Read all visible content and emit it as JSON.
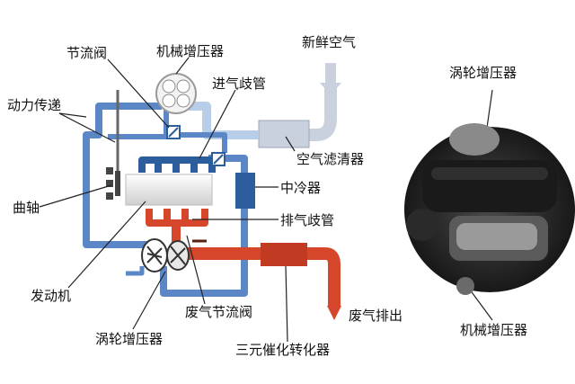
{
  "labels": {
    "jieliufa": "节流阀",
    "jixiezengyaqi": "机械增压器",
    "xinxiankongqi": "新鲜空气",
    "dongliychuandi": "动力传递",
    "jinqiqiguan": "进气歧管",
    "kongqilvqingqi": "空气滤清器",
    "zhonglengqi": "中冷器",
    "quzhou": "曲轴",
    "paiqiqiguan": "排气歧管",
    "fadongji": "发动机",
    "feiqijieliufa": "废气节流阀",
    "feiqipaichu": "废气排出",
    "wolunzengyaqi": "涡轮增压器",
    "sanyuancuihua": "三元催化转化器",
    "photo_wolun": "涡轮增压器",
    "photo_jixie": "机械增压器"
  },
  "colors": {
    "intake_blue": "#5b87c6",
    "intake_light": "#b8cde8",
    "fresh_air": "#c9d1df",
    "exhaust_red": "#d6462a",
    "cooler_blue": "#2c5e9e",
    "engine_grey": "#e6e6e6"
  }
}
